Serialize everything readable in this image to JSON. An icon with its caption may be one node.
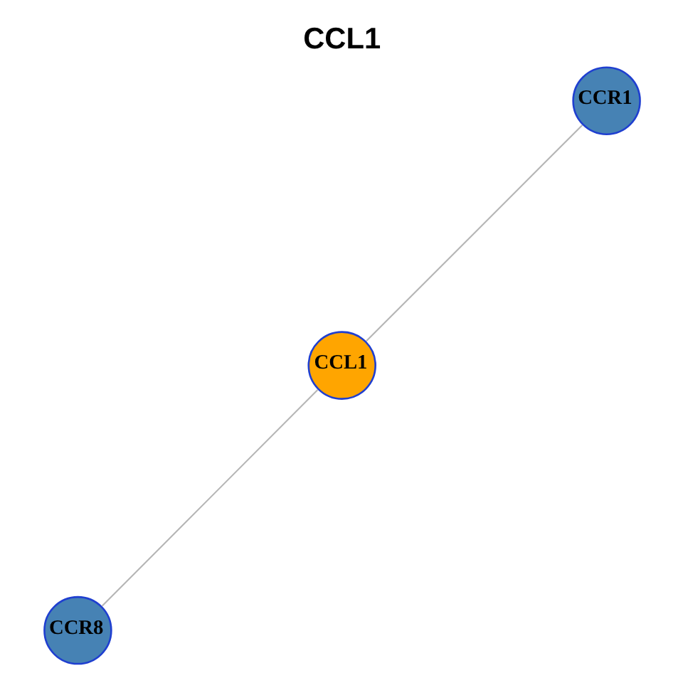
{
  "diagram": {
    "title": "CCL1",
    "nodes": [
      {
        "text": [
          "CCR1"
        ]
      },
      {
        "text": [
          "CCL1"
        ]
      },
      {
        "text": [
          "CCR8"
        ]
      }
    ],
    "edges": [
      {
        "from": 1,
        "to": 0,
        "arrow": "none"
      },
      {
        "from": 1,
        "to": 2,
        "arrow": "none"
      }
    ]
  }
}
